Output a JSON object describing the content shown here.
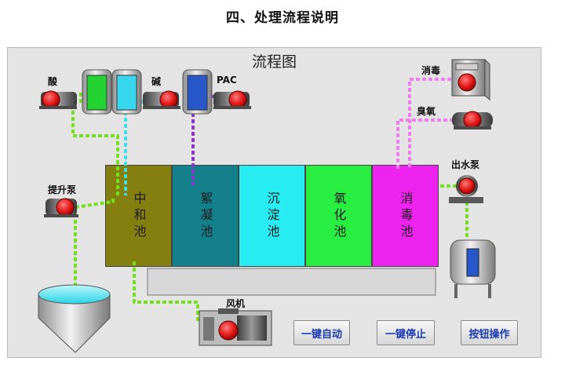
{
  "heading": "四、处理流程说明",
  "panel": {
    "title": "流程图"
  },
  "tanks": [
    {
      "id": "neutralization",
      "label": "中和池",
      "color": "#857f0f"
    },
    {
      "id": "flocculation",
      "label": "絮凝池",
      "color": "#14808c"
    },
    {
      "id": "sedimentation",
      "label": "沉淀池",
      "color": "#27edf2"
    },
    {
      "id": "oxidation",
      "label": "氧化池",
      "color": "#27ee41"
    },
    {
      "id": "disinfection",
      "label": "消毒池",
      "color": "#ef23ef"
    }
  ],
  "labels": {
    "acid": "酸",
    "alkali": "碱",
    "pac": "PAC",
    "lift_pump": "提升泵",
    "disinfect": "消毒",
    "ozone": "臭氧",
    "outlet_pump": "出水泵",
    "blower": "风机"
  },
  "buttons": {
    "auto": "一键自动",
    "stop": "一键停止",
    "manual": "按钮操作"
  },
  "colors": {
    "pipe_green": "#72e01a",
    "pipe_cyan": "#3fdcec",
    "pipe_purple": "#8e32c9",
    "pipe_pink": "#f07cf0",
    "pump_red": "#e21616",
    "acid_fill": "#22d231",
    "alkali_fill": "#37d8ef",
    "pac_fill": "#2757c8"
  }
}
